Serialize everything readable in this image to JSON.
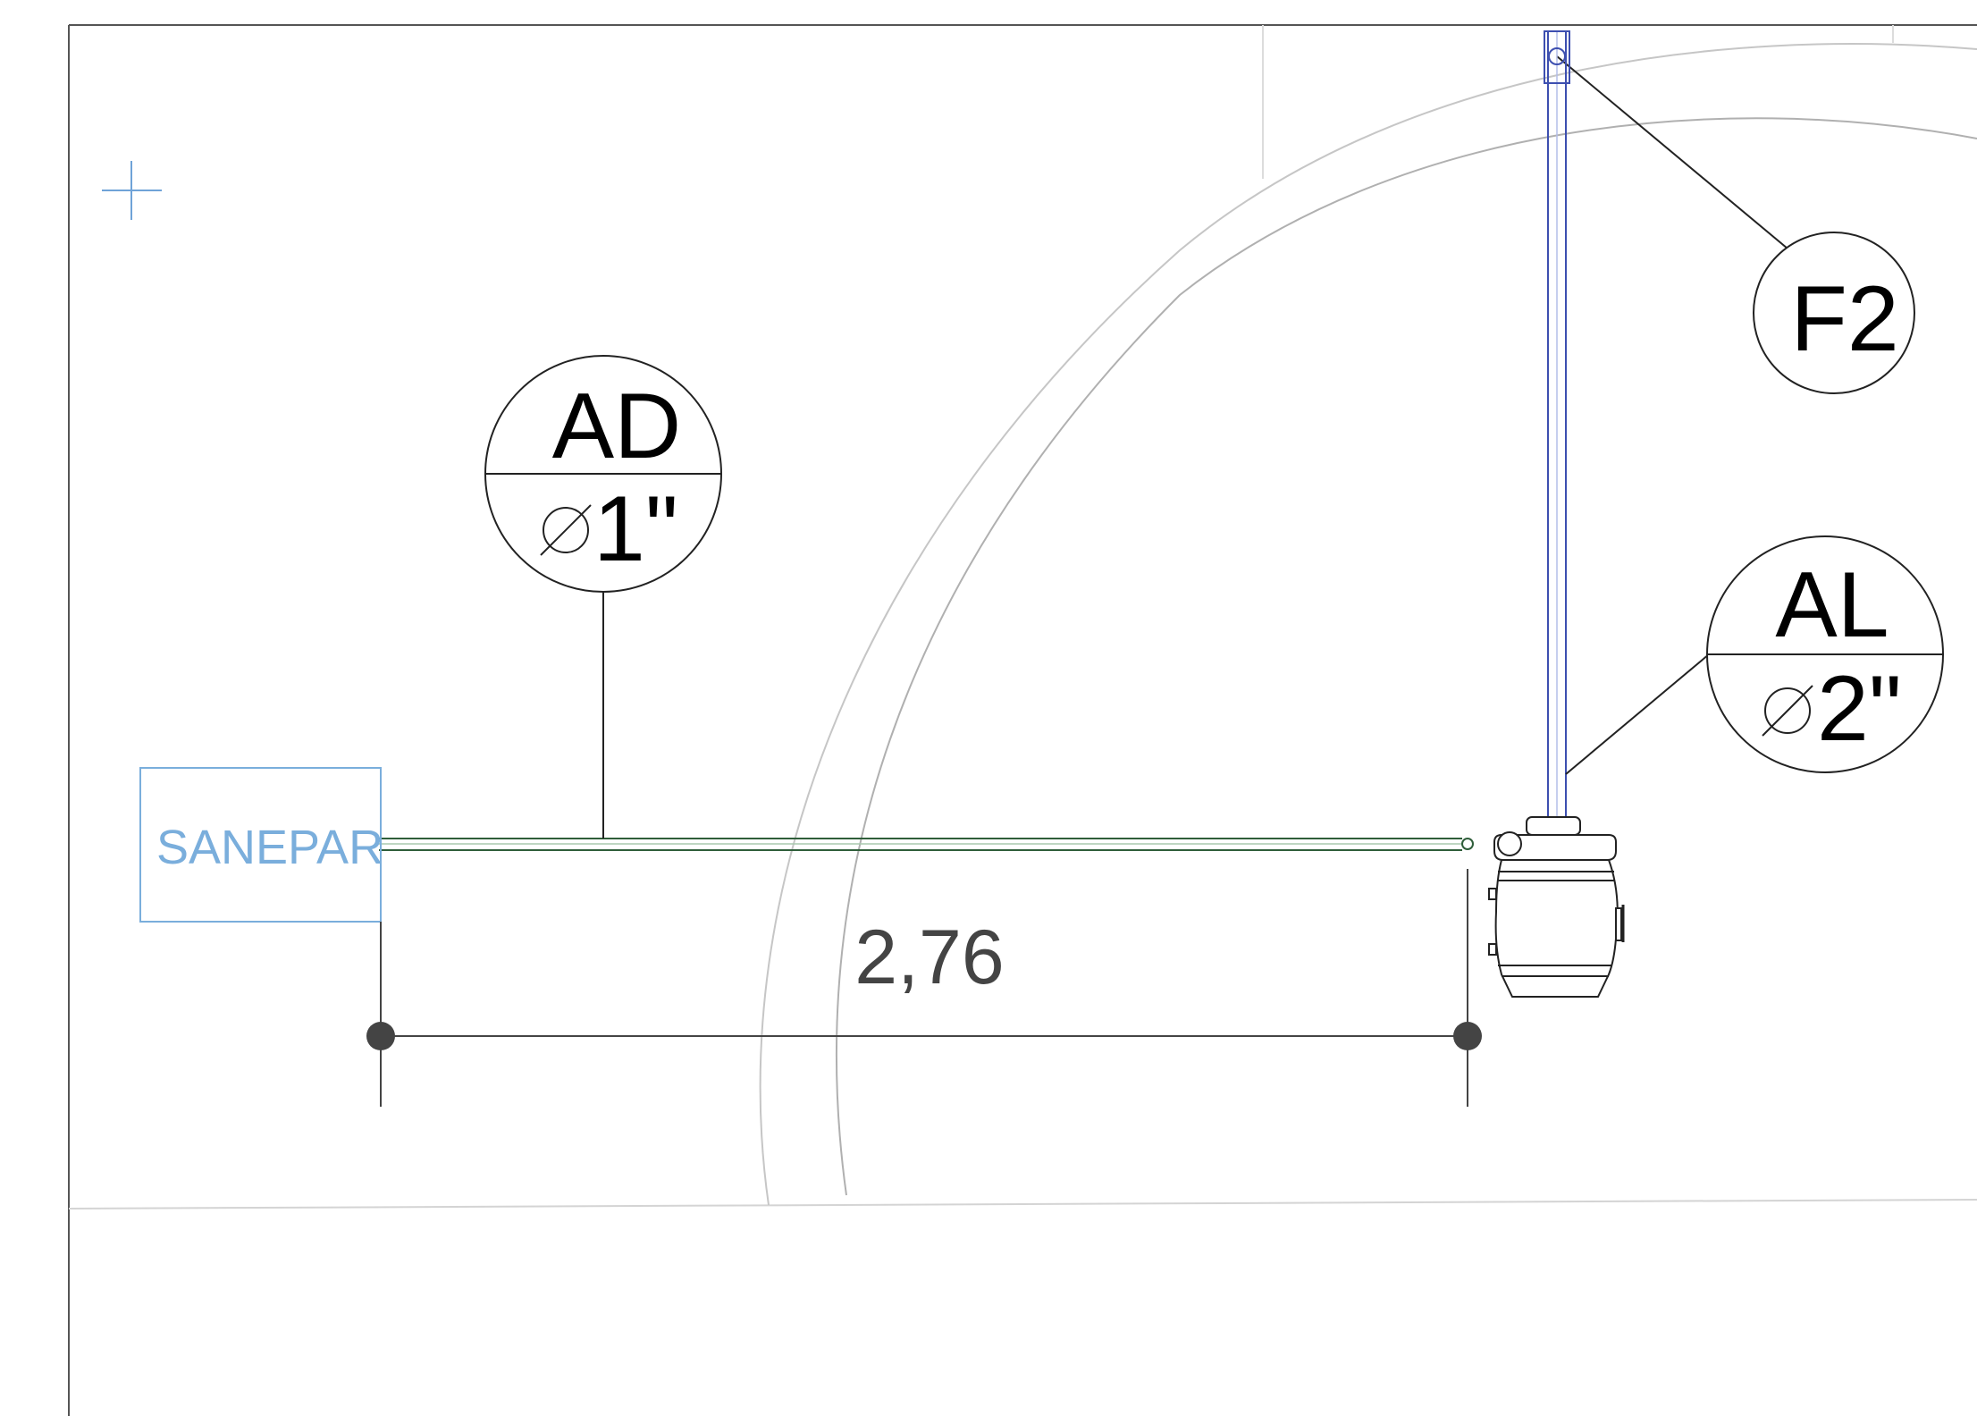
{
  "tags": {
    "ad": {
      "code": "AD",
      "diameter": "1\""
    },
    "al": {
      "code": "AL",
      "diameter": "2\""
    },
    "f2": {
      "code": "F2"
    }
  },
  "diameter_symbol": "diameter-symbol-icon",
  "dimension": {
    "value": "2,76"
  },
  "meter_box": {
    "label": "SANEPAR"
  },
  "colors": {
    "water_supply_pipe": "#2f5e3a",
    "vertical_pipe": "#3d4fb0",
    "meter_box": "#7aaedc",
    "dimension": "#444444",
    "frame": "#555555",
    "arc": "#bdbdbd"
  }
}
